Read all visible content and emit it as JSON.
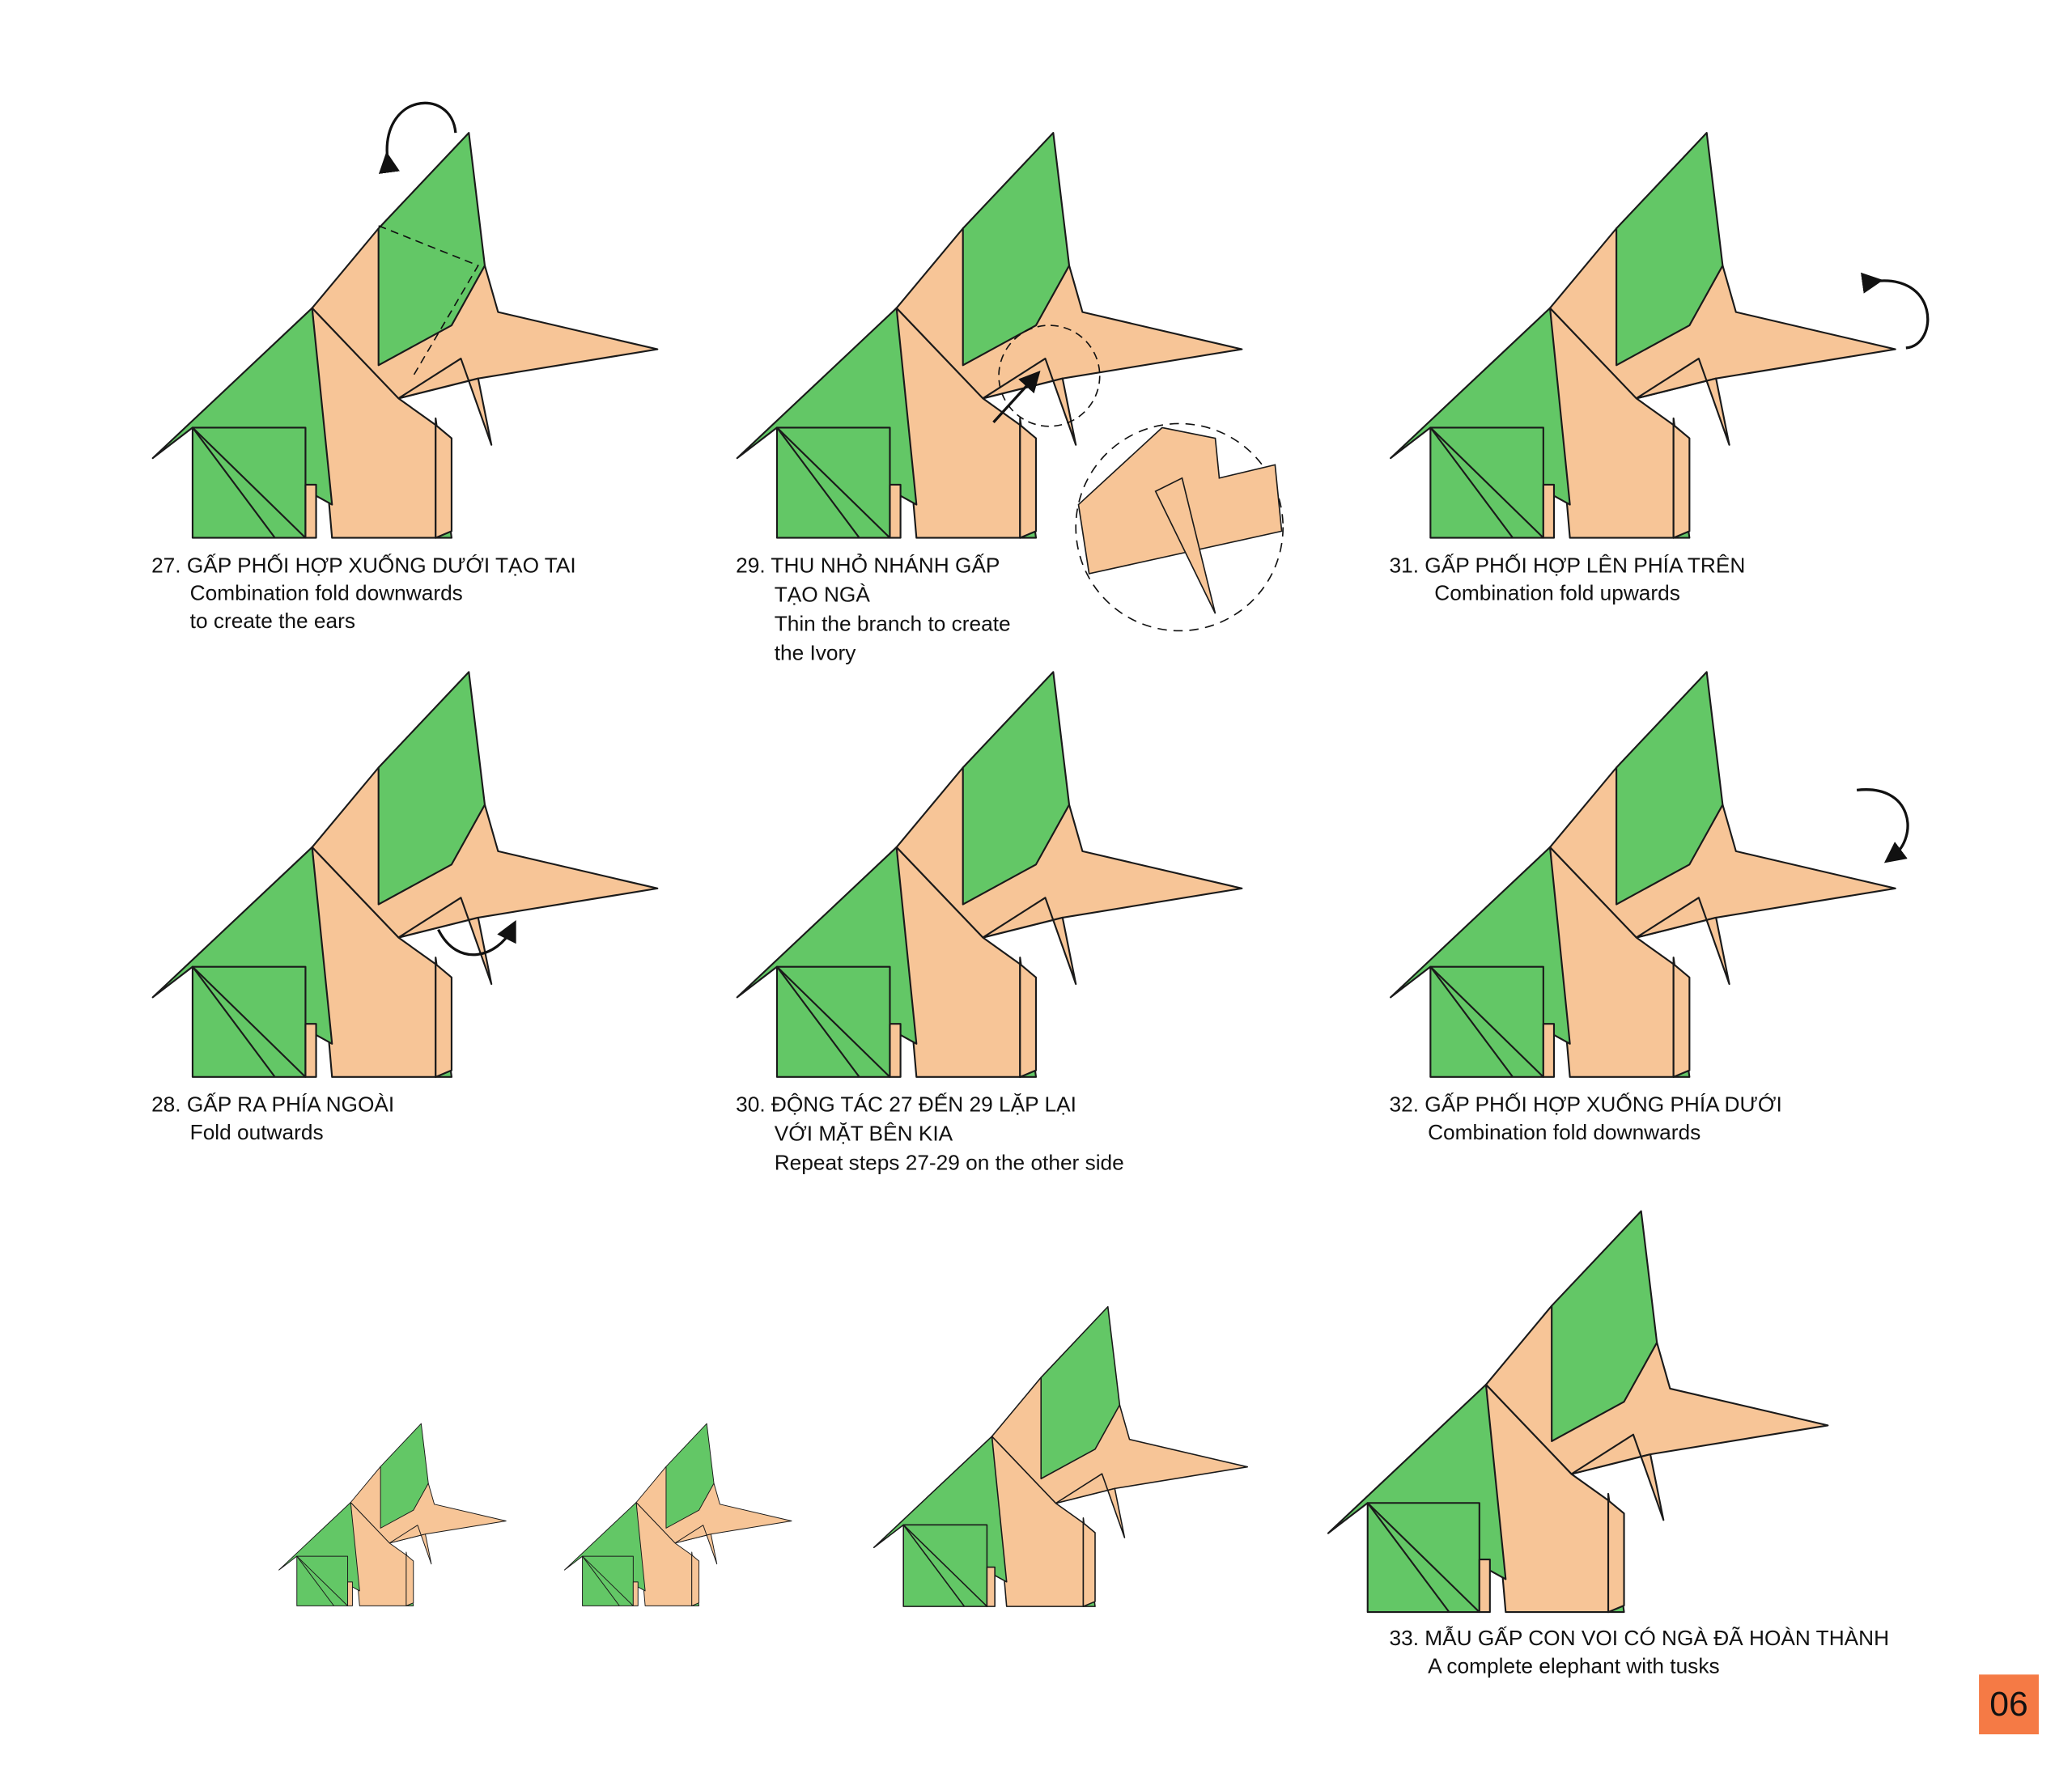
{
  "steps": [
    {
      "number_title": "27. GẤP PHỐI HỢP XUỐNG DƯỚI TẠO TAI",
      "en_1": "Combination fold downwards",
      "en_2": "to create the ears"
    },
    {
      "number_title": "28. GẤP RA PHÍA NGOÀI",
      "en_1": "Fold outwards"
    },
    {
      "number_title": "29. THU NHỎ NHÁNH GẤP",
      "title_2": "TẠO NGÀ",
      "en_1": "Thin the branch to create",
      "en_2": "the Ivory"
    },
    {
      "number_title": "30. ĐỘNG TÁC 27 ĐẾN 29 LẶP LẠI",
      "title_2": "VỚI MẶT BÊN KIA",
      "en_1": "Repeat steps 27-29 on the other side"
    },
    {
      "number_title": "31. GẤP PHỐI HỢP LÊN PHÍA TRÊN",
      "en_1": "Combination fold upwards"
    },
    {
      "number_title": "32. GẤP PHỐI HỢP XUỐNG PHÍA DƯỚI",
      "en_1": "Combination fold downwards"
    },
    {
      "number_title": "33. MẪU GẤP CON VOI CÓ NGÀ ĐÃ HOÀN THÀNH",
      "en_1": "A complete elephant with tusks"
    }
  ],
  "page_number": "06",
  "colors": {
    "green": "#63c766",
    "tan": "#f7c597",
    "accent": "#f57a45"
  }
}
